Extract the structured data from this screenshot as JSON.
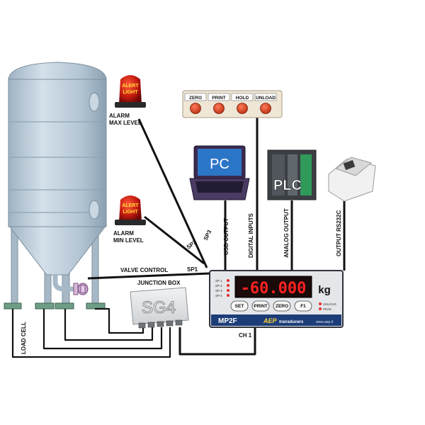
{
  "labels": {
    "alarm_max_l1": "ALARM",
    "alarm_max_l2": "MAX LEVEL",
    "alarm_min_l1": "ALARM",
    "alarm_min_l2": "MIN LEVEL",
    "alert_light_l1": "ALERT",
    "alert_light_l2": "LIGHT",
    "valve_control": "VALVE CONTROL",
    "junction_box": "JUNCTION BOX",
    "sg4": "SG4",
    "load_cell": "LOAD CELL",
    "usb_output": "USB OUTPUT",
    "digital_inputs": "DIGITAL INPUTS",
    "analog_output": "ANALOG OUTPUT",
    "output_rs232c": "OUTPUT RS232C",
    "pc": "PC",
    "plc": "PLC",
    "sp1": "SP1",
    "sp2": "SP2",
    "sp3": "SP3",
    "ch1": "CH 1"
  },
  "input_panel": {
    "buttons": [
      "ZERO",
      "PRINT",
      "HOLD",
      "UNLOAD"
    ],
    "button_color": "#d64a2a"
  },
  "indicator": {
    "display_value": "-60.000",
    "unit": "kg",
    "setpoint_leds": [
      "SP 1",
      "SP 2",
      "SP 3",
      "SP 4"
    ],
    "keys": [
      "SET",
      "PRINT",
      "ZERO",
      "F1"
    ],
    "model": "MP2F",
    "brand": "AEP",
    "brand_sub": "transducers",
    "website": "www.aep.it",
    "status_leds": [
      "UNLOAD",
      "PEAK"
    ],
    "display_color": "#ff2222"
  },
  "colors": {
    "tank": "#b9cbd8",
    "tank_shadow": "#8fa6b8",
    "load_cell_pad": "#6f9e86",
    "wire": "#111111",
    "indicator_blue": "#1c3d78"
  }
}
